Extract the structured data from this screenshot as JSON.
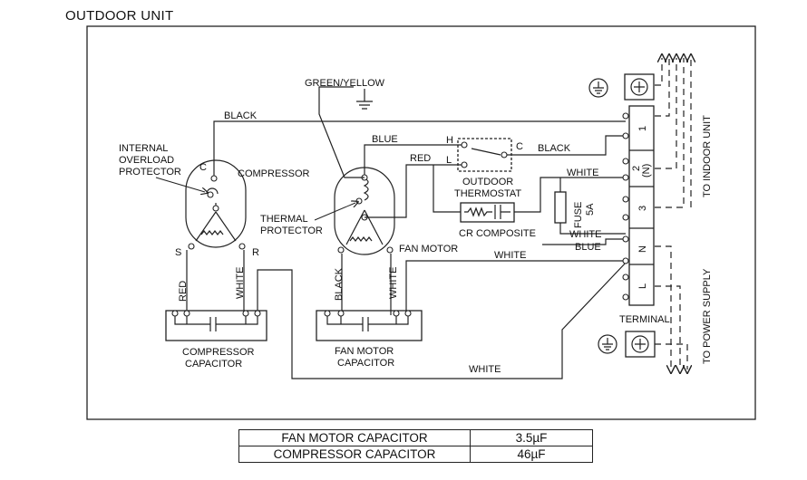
{
  "title": "OUTDOOR UNIT",
  "labels": {
    "green_yellow": "GREEN/YELLOW",
    "black_top": "BLACK",
    "internal_overload_protector": [
      "INTERNAL",
      "OVERLOAD",
      "PROTECTOR"
    ],
    "compressor": "COMPRESSOR",
    "c": "C",
    "s": "S",
    "r": "R",
    "red_comp": "RED",
    "white_comp": "WHITE",
    "compressor_capacitor": [
      "COMPRESSOR",
      "CAPACITOR"
    ],
    "blue": "BLUE",
    "red_fan": "RED",
    "h": "H",
    "l": "L",
    "thermo_c": "C",
    "black_right": "BLACK",
    "outdoor_thermostat": [
      "OUTDOOR",
      "THERMOSTAT"
    ],
    "cr_composite": "CR COMPOSITE",
    "thermal_protector": [
      "THERMAL",
      "PROTECTOR"
    ],
    "fan_motor": "FAN MOTOR",
    "black_fan": "BLACK",
    "white_fan": "WHITE",
    "fan_motor_capacitor": [
      "FAN MOTOR",
      "CAPACITOR"
    ],
    "white_mid": "WHITE",
    "white_bottom": "WHITE",
    "white_t2": "WHITE",
    "white_n": "WHITE",
    "blue_n": "BLUE",
    "fuse": "FUSE",
    "fuse_rating": "5A",
    "terminal": "TERMINAL",
    "to_indoor_unit": "TO INDOOR UNIT",
    "to_power_supply": "TO POWER SUPPLY"
  },
  "terminals": {
    "t1": "1",
    "t2": "2",
    "t2n": "(N)",
    "t3": "3",
    "tn": "N",
    "tl": "L"
  },
  "table": {
    "rows": [
      {
        "label": "FAN MOTOR CAPACITOR",
        "value": "3.5µF"
      },
      {
        "label": "COMPRESSOR CAPACITOR",
        "value": "46µF"
      }
    ]
  }
}
